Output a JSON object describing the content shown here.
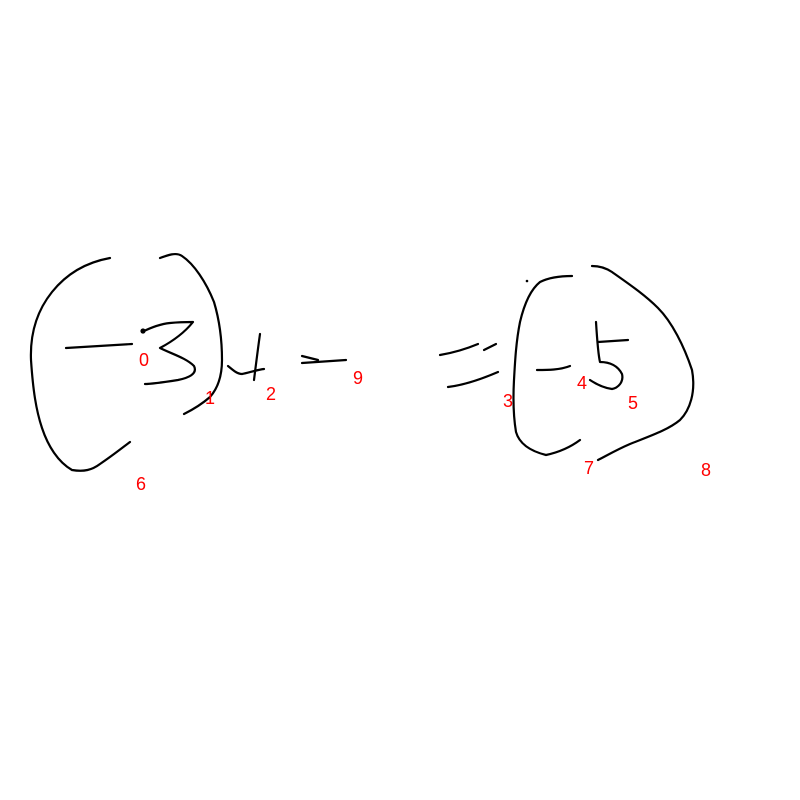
{
  "ink_color": "#000000",
  "label_color": "#ff0000",
  "labels": [
    "0",
    "1",
    "2",
    "3",
    "4",
    "5",
    "6",
    "7",
    "8",
    "9"
  ]
}
